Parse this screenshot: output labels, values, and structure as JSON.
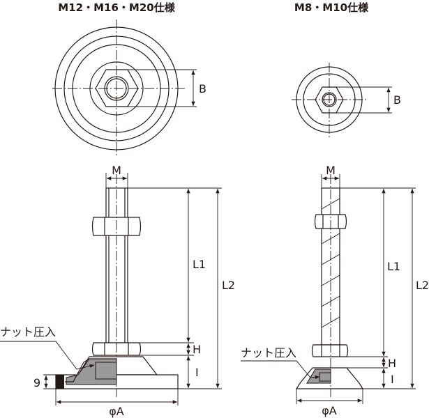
{
  "titles": {
    "large": "M12・M16・M20仕様",
    "small": "M8・M10仕様"
  },
  "dimensions": {
    "B": "B",
    "M": "M",
    "L1": "L1",
    "L2": "L2",
    "H": "H",
    "I": "I",
    "phiA": "φA",
    "nine": "9"
  },
  "annotations": {
    "nut_press_fit": "ナット圧入"
  }
}
